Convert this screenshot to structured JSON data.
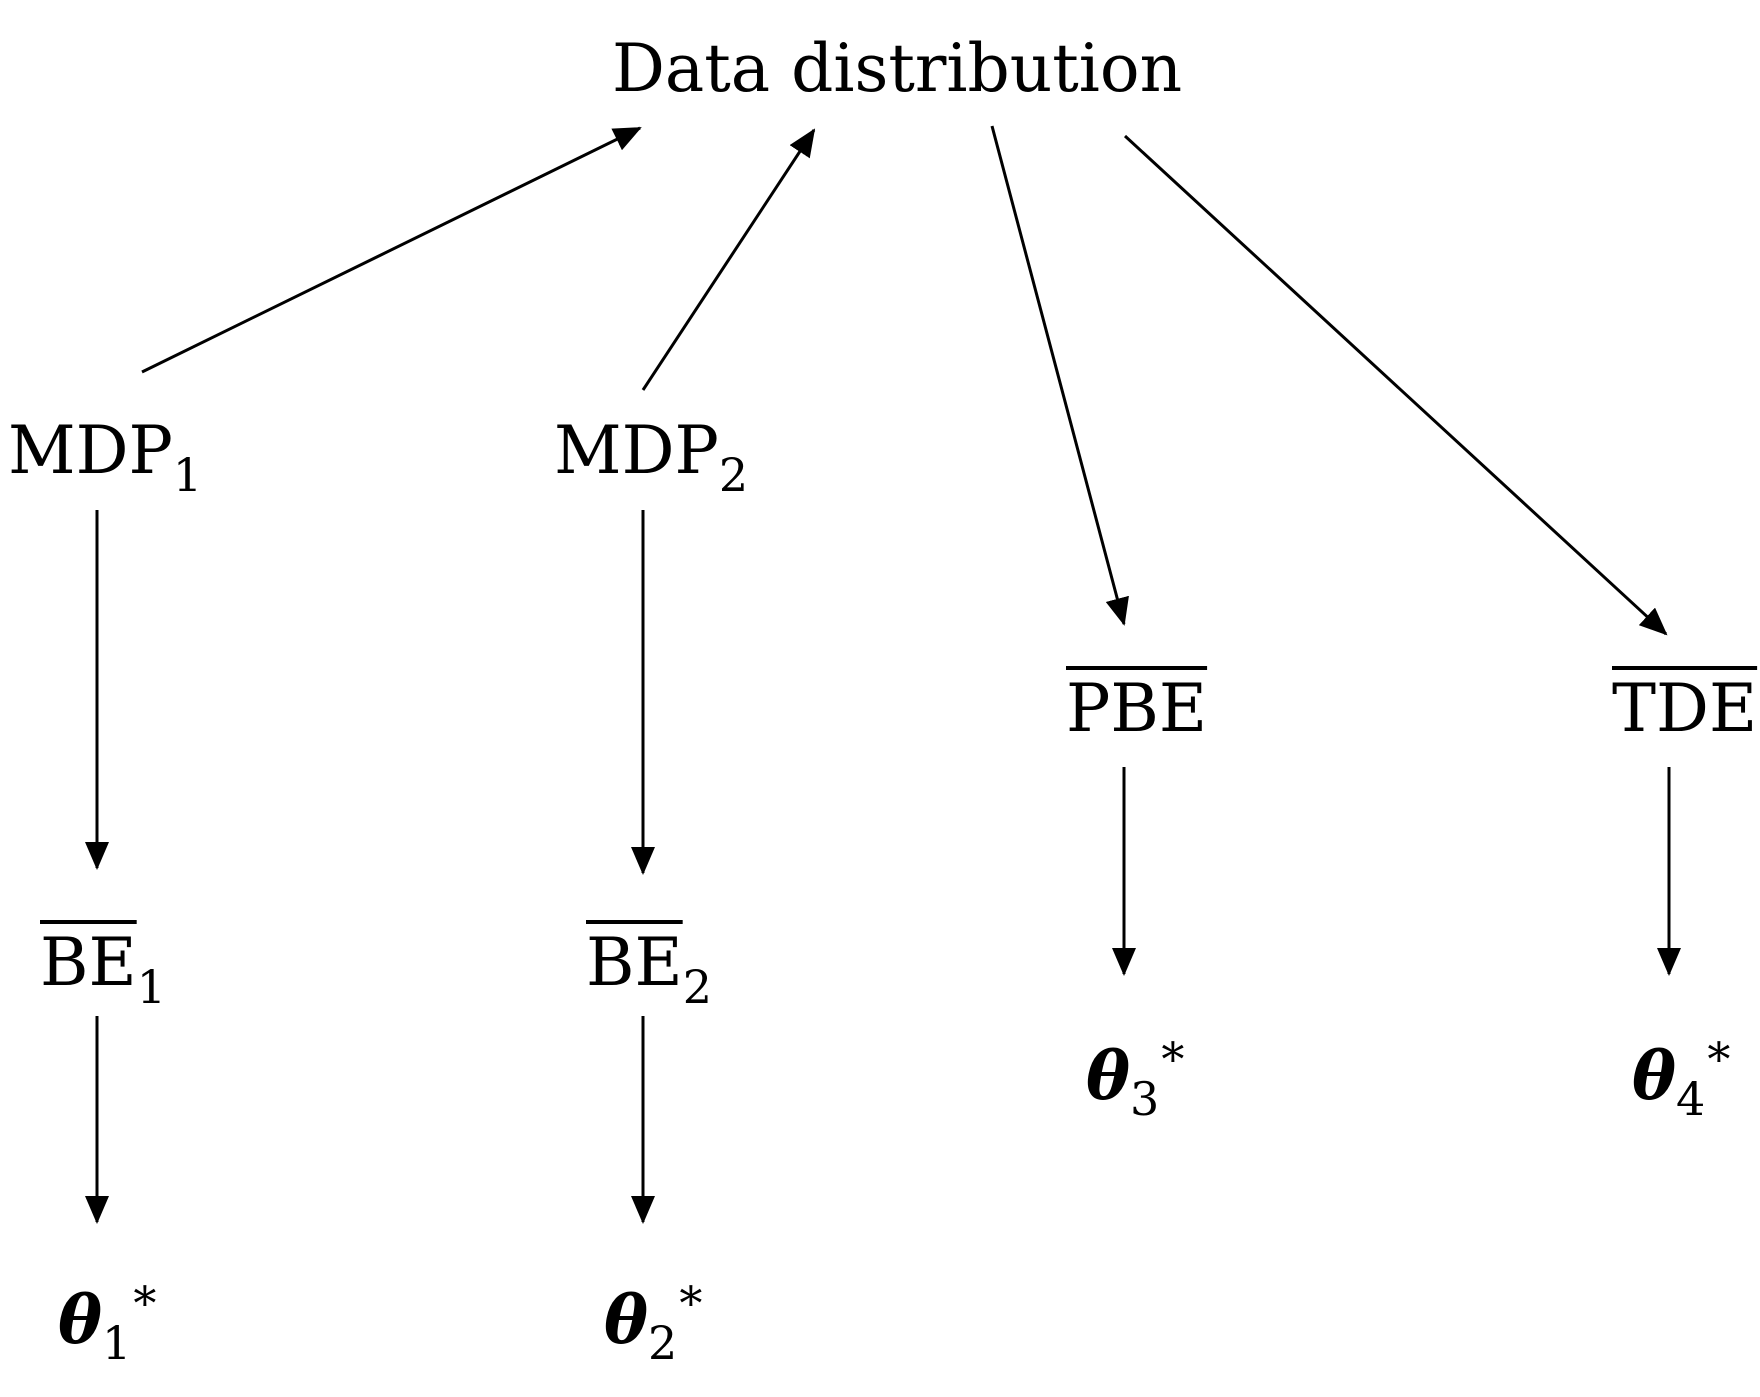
{
  "nodes": {
    "data_distribution": {
      "label": "Data distribution"
    },
    "mdp1": {
      "label": "MDP",
      "subscript": "1"
    },
    "mdp2": {
      "label": "MDP",
      "subscript": "2"
    },
    "be1": {
      "label": "BE",
      "subscript": "1"
    },
    "be2": {
      "label": "BE",
      "subscript": "2"
    },
    "pbe": {
      "label": "PBE"
    },
    "tde": {
      "label": "TDE"
    },
    "theta1": {
      "symbol": "θ",
      "subscript": "1",
      "superscript": "*"
    },
    "theta2": {
      "symbol": "θ",
      "subscript": "2",
      "superscript": "*"
    },
    "theta3": {
      "symbol": "θ",
      "subscript": "3",
      "superscript": "*"
    },
    "theta4": {
      "symbol": "θ",
      "subscript": "4",
      "superscript": "*"
    }
  },
  "edges": [
    {
      "from": "MDP1",
      "to": "Data distribution"
    },
    {
      "from": "MDP2",
      "to": "Data distribution"
    },
    {
      "from": "Data distribution",
      "to": "PBE"
    },
    {
      "from": "Data distribution",
      "to": "TDE"
    },
    {
      "from": "MDP1",
      "to": "BE1"
    },
    {
      "from": "BE1",
      "to": "θ1*"
    },
    {
      "from": "MDP2",
      "to": "BE2"
    },
    {
      "from": "BE2",
      "to": "θ2*"
    },
    {
      "from": "PBE",
      "to": "θ3*"
    },
    {
      "from": "TDE",
      "to": "θ4*"
    }
  ],
  "colors": {
    "ink": "#000000",
    "background": "#ffffff"
  }
}
